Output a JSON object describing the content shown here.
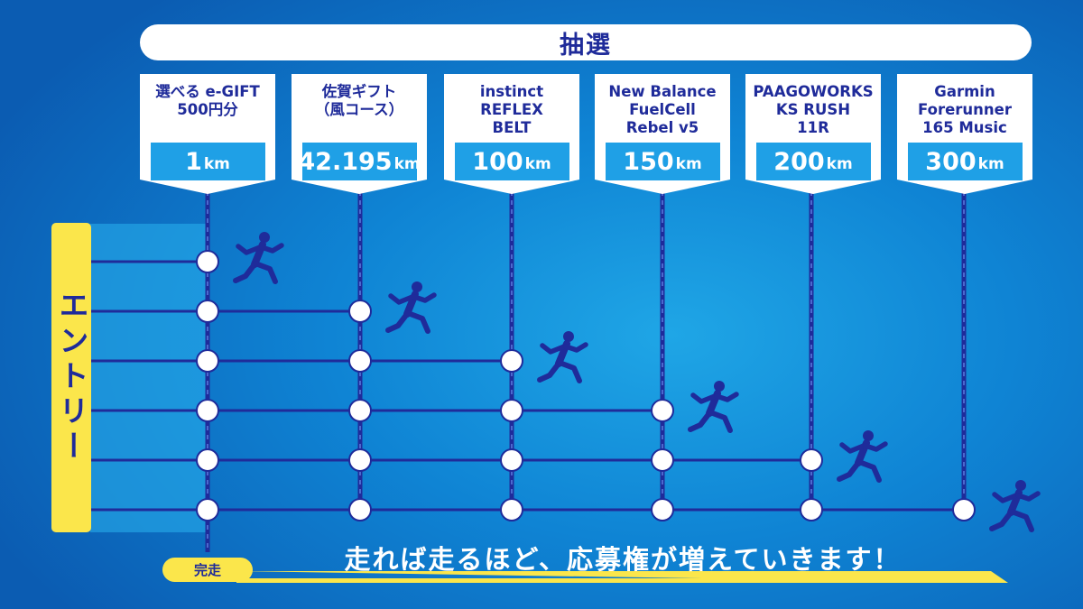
{
  "title": "抽選",
  "prizes": [
    {
      "name": "選べる e-GIFT\n500円分",
      "distance": "1",
      "unit": "km"
    },
    {
      "name": "佐賀ギフト\n（風コース）",
      "distance": "42.195",
      "unit": "km"
    },
    {
      "name": "instinct\nREFLEX\nBELT",
      "distance": "100",
      "unit": "km"
    },
    {
      "name": "New Balance\nFuelCell\nRebel v5",
      "distance": "150",
      "unit": "km"
    },
    {
      "name": "PAAGOWORKS\nKS RUSH\n11R",
      "distance": "200",
      "unit": "km"
    },
    {
      "name": "Garmin\nForerunner\n165 Music",
      "distance": "300",
      "unit": "km"
    }
  ],
  "entry_label": "エントリー",
  "finish_label": "完走",
  "footer_message": "走れば走るほど、応募権が増えていきます！",
  "colors": {
    "navy": "#1f2b9a",
    "yellow": "#fbe64b",
    "card_accent": "#1fa0e6",
    "white": "#ffffff"
  },
  "icons": [
    "runner-icon",
    "arrow-icon"
  ]
}
